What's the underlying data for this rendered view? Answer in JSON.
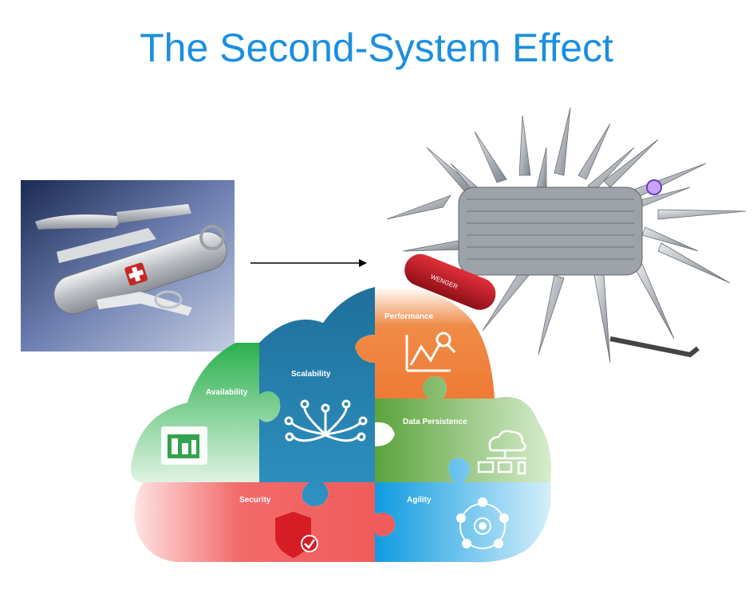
{
  "slide": {
    "title": "The Second-System Effect"
  },
  "images": {
    "simple_tool": "small-swiss-army-knife",
    "complex_tool": "giant-multi-tool-knife"
  },
  "cloud": {
    "pieces": [
      {
        "label": "Availability",
        "color": "#2aa84c",
        "icon": "dashboard-icon"
      },
      {
        "label": "Scalability",
        "color": "#1f78a4",
        "icon": "network-branch-icon"
      },
      {
        "label": "Performance",
        "color": "#ef7a32",
        "icon": "chart-magnifier-icon"
      },
      {
        "label": "Data Persistence",
        "color": "#6aa74a",
        "icon": "cloud-devices-icon"
      },
      {
        "label": "Security",
        "color": "#f06161",
        "icon": "shield-check-icon"
      },
      {
        "label": "Agility",
        "color": "#19a3e0",
        "icon": "people-cycle-icon"
      }
    ]
  },
  "brand": {
    "knife_logo": "WENGER"
  }
}
